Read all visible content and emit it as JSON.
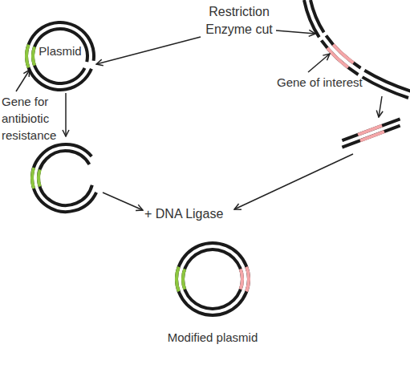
{
  "diagram": {
    "nodes": [
      {
        "text": [
          "Plasmid"
        ]
      },
      {
        "text": [
          "Modified plasmid"
        ]
      }
    ],
    "labels": [
      "Restriction Enzyme cut",
      "Gene for antibiotic resistance",
      "Gene of interest",
      "+ DNA Ligase"
    ]
  }
}
